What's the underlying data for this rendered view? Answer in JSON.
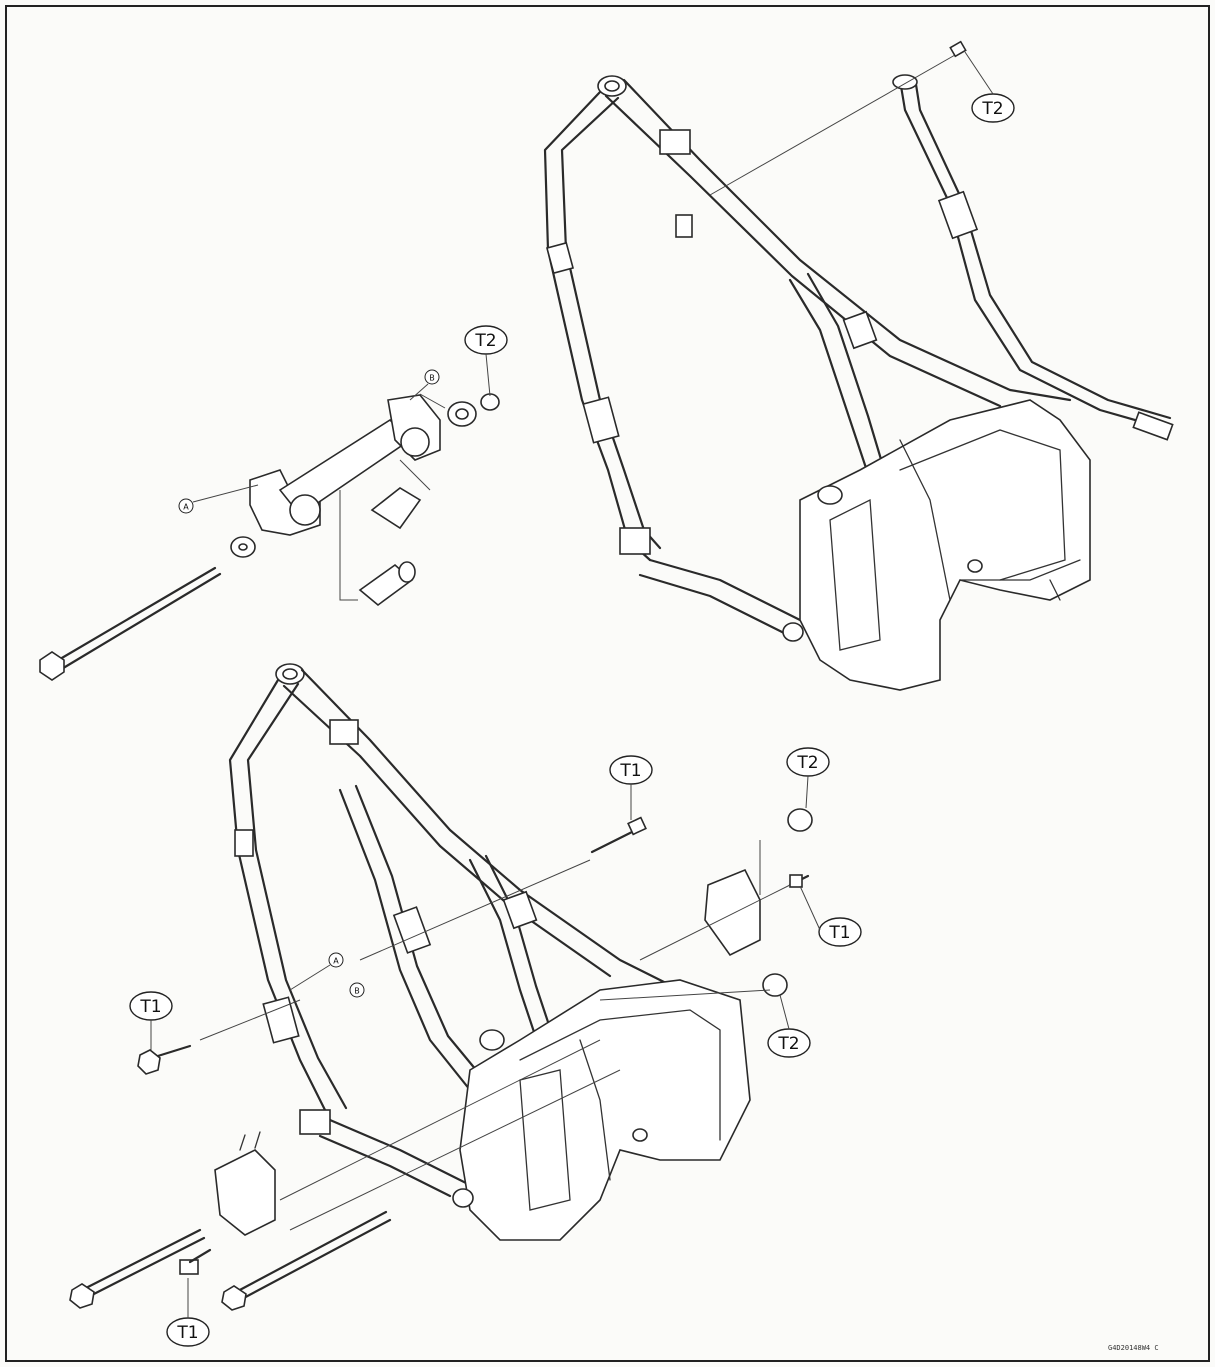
{
  "figure": {
    "callouts": [
      {
        "id": "c1",
        "label": "T2"
      },
      {
        "id": "c2",
        "label": "T2"
      },
      {
        "id": "c3",
        "label": "T1"
      },
      {
        "id": "c4",
        "label": "T2"
      },
      {
        "id": "c5",
        "label": "T1"
      },
      {
        "id": "c6",
        "label": "T1"
      },
      {
        "id": "c7",
        "label": "T2"
      },
      {
        "id": "c8",
        "label": "T1"
      }
    ],
    "refs": [
      {
        "id": "r1",
        "label": "A"
      },
      {
        "id": "r2",
        "label": "B"
      },
      {
        "id": "r3",
        "label": "A"
      },
      {
        "id": "r4",
        "label": "B"
      }
    ],
    "drawing_code": "G4D20148W4 C"
  }
}
